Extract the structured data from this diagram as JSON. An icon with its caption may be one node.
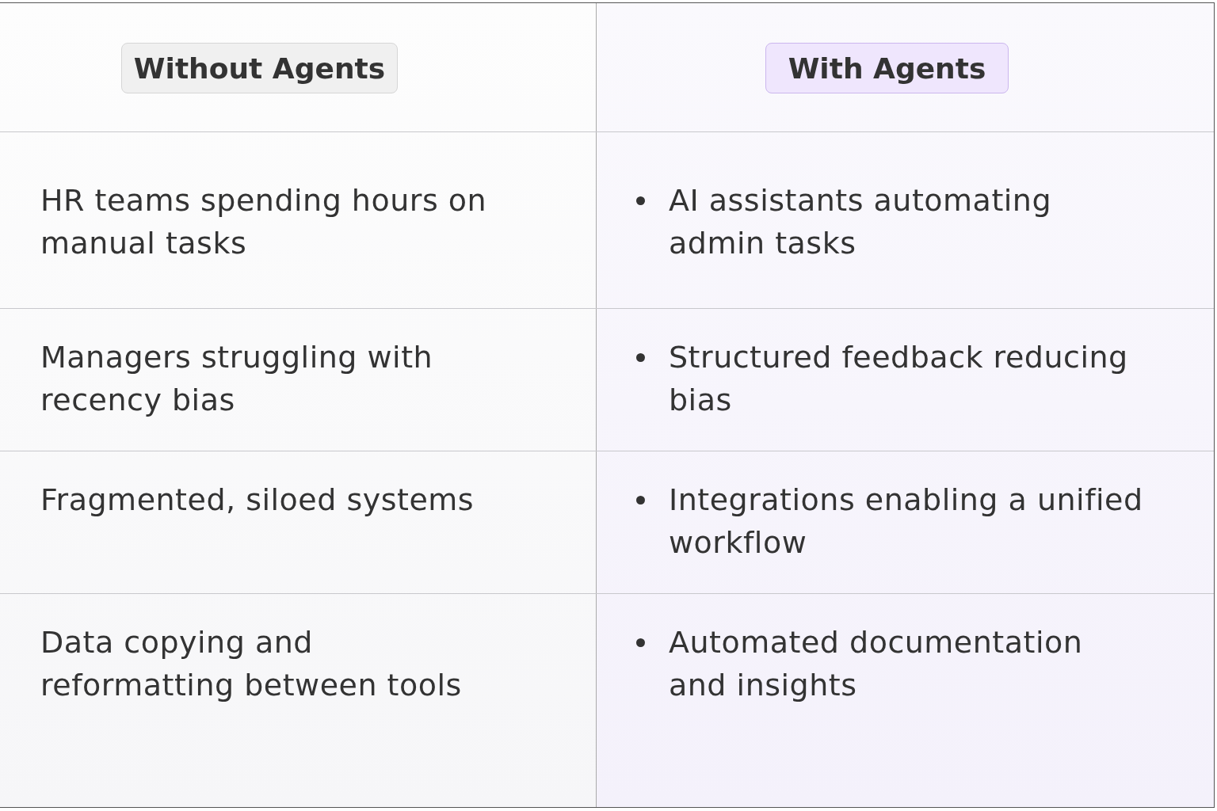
{
  "diagram": {
    "nodes": [
      {
        "text": [
          "Without Agents"
        ]
      },
      {
        "text": [
          "With Agents"
        ]
      }
    ],
    "labels": [
      "HR teams spending hours on manual tasks",
      "AI assistants automating admin tasks",
      "Managers struggling with recency bias",
      "Structured feedback reducing bias",
      "Fragmented, siloed systems",
      "Integrations enabling a unified workflow",
      "Data copying and reformatting between tools",
      "Automated documentation and insights"
    ]
  }
}
